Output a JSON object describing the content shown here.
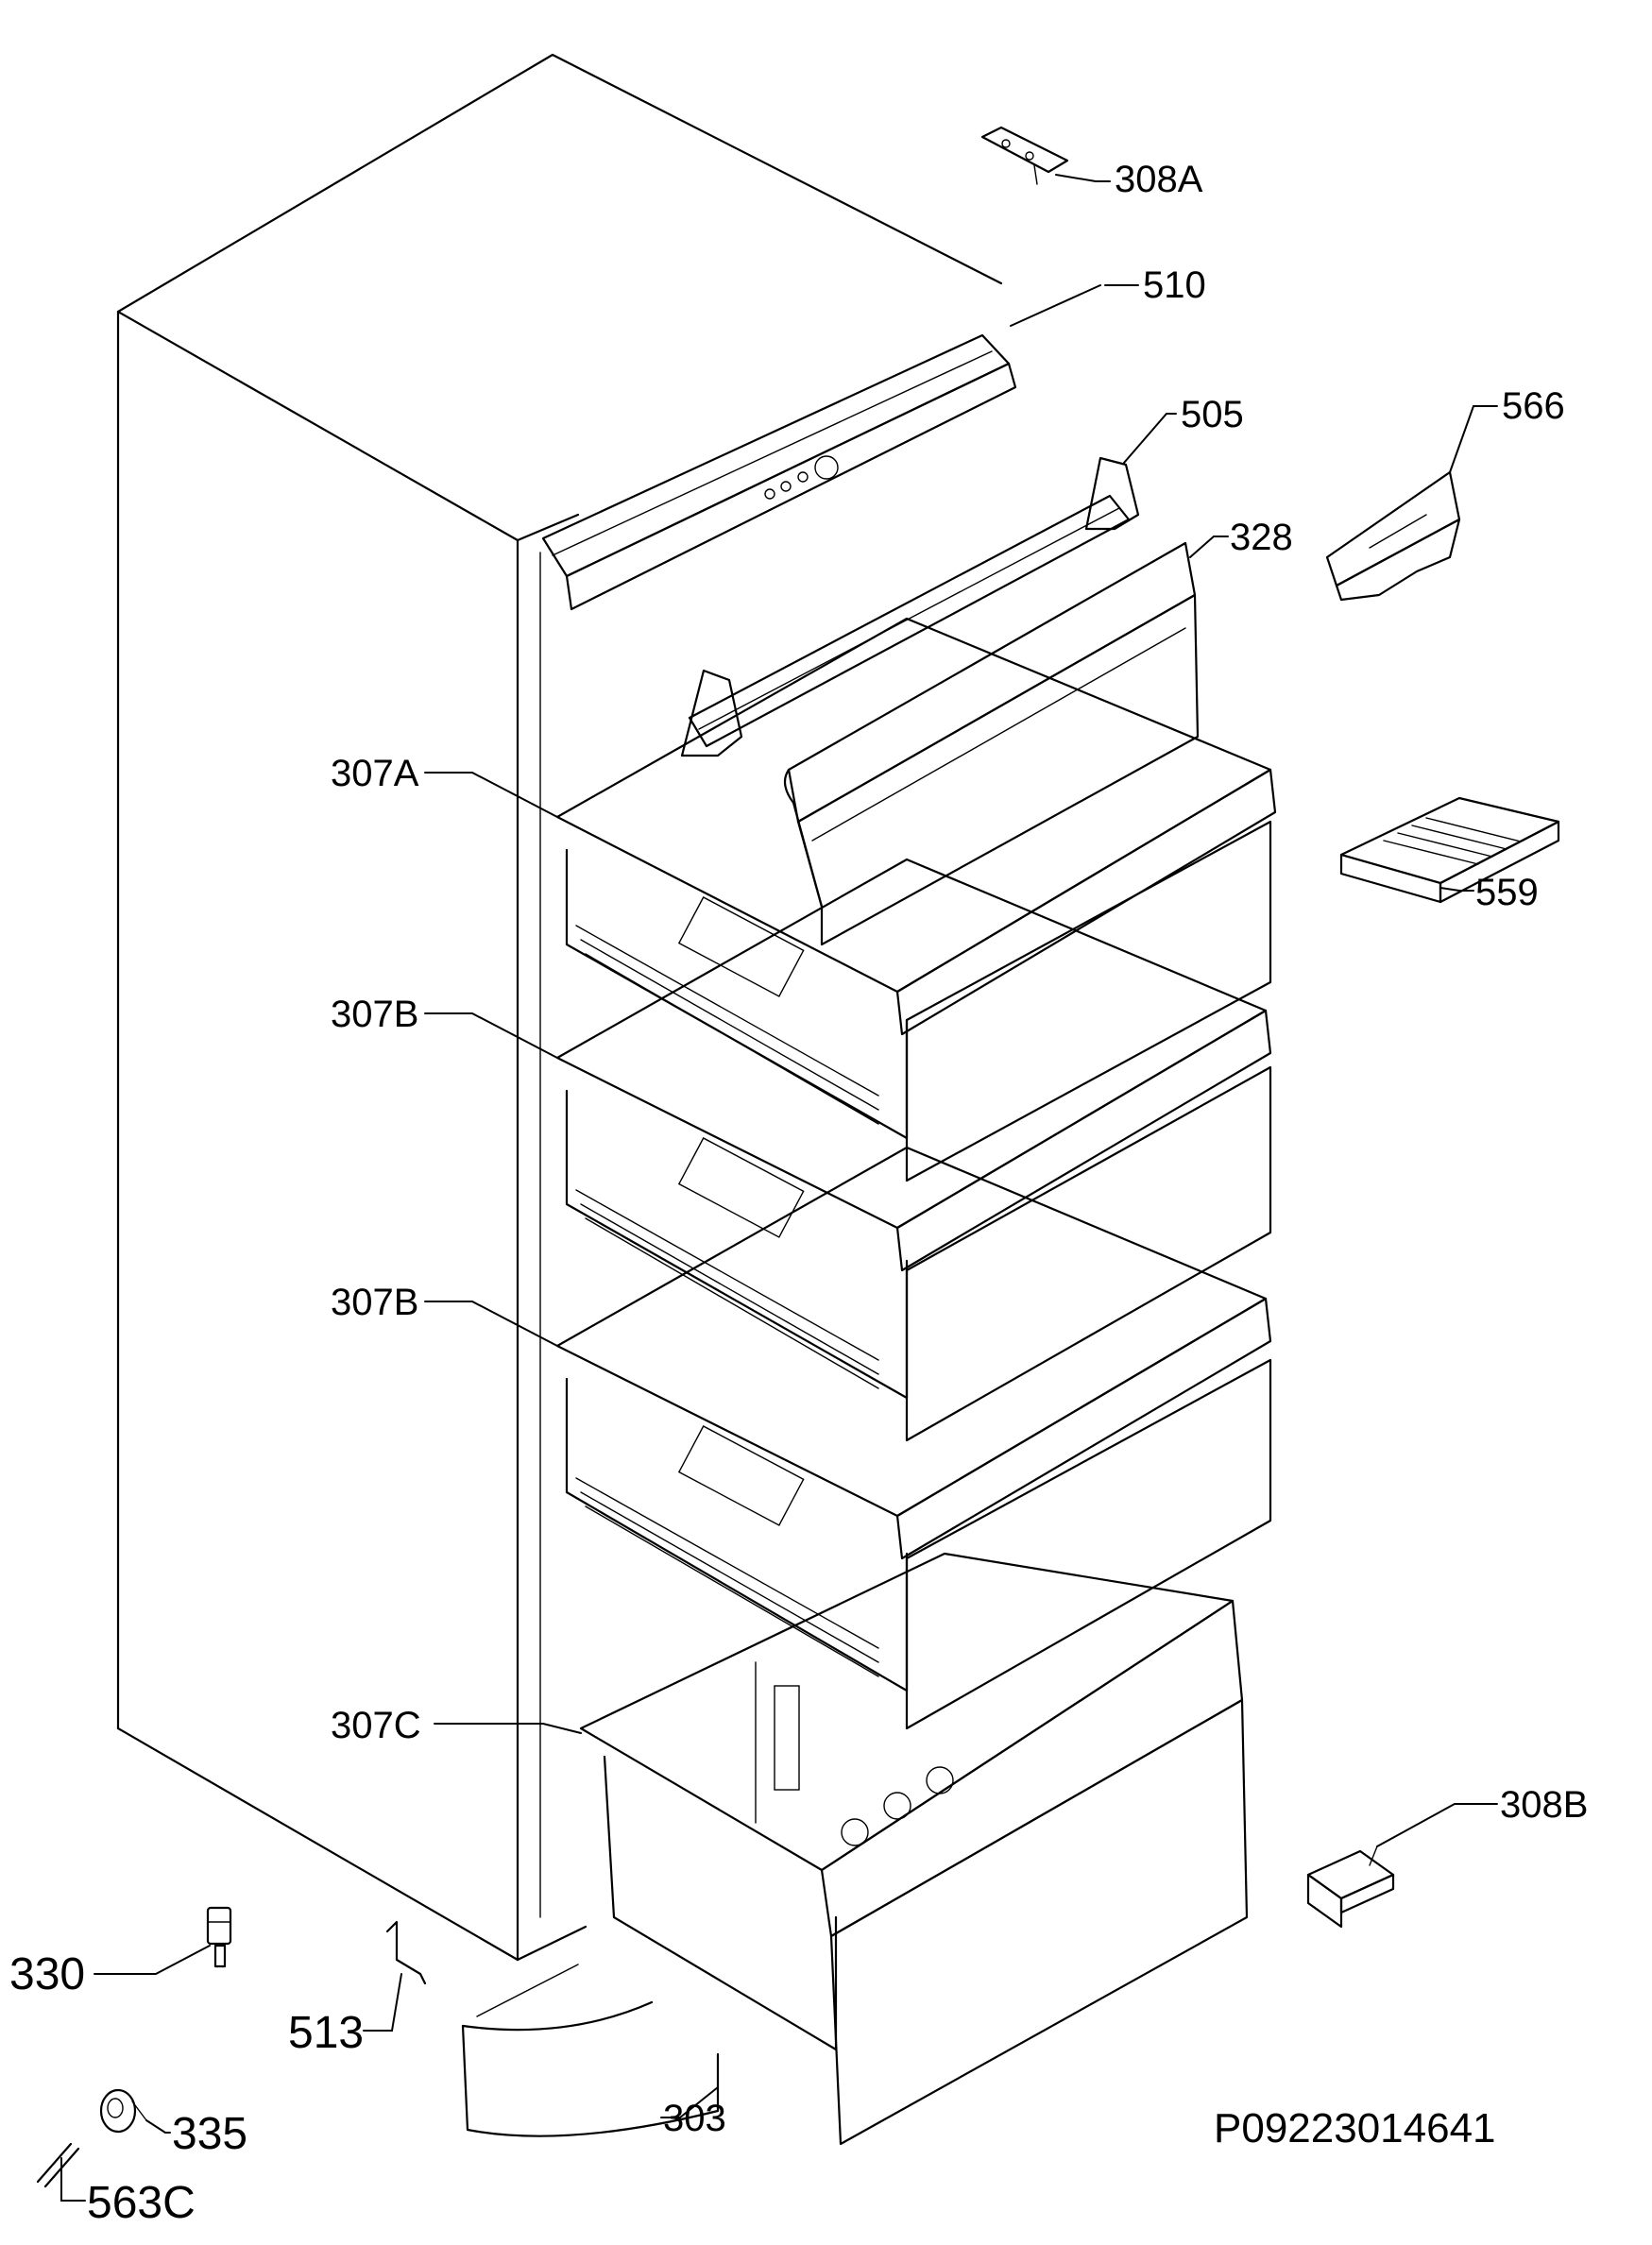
{
  "labels": {
    "p308a": "308A",
    "p510": "510",
    "p505": "505",
    "p566": "566",
    "p328": "328",
    "p307a": "307A",
    "p559": "559",
    "p307b_1": "307B",
    "p307b_2": "307B",
    "p307c": "307C",
    "p308b": "308B",
    "p330": "330",
    "p513": "513",
    "p303": "303",
    "p335": "335",
    "p563c": "563C"
  },
  "drawing_code": "P09223014641"
}
